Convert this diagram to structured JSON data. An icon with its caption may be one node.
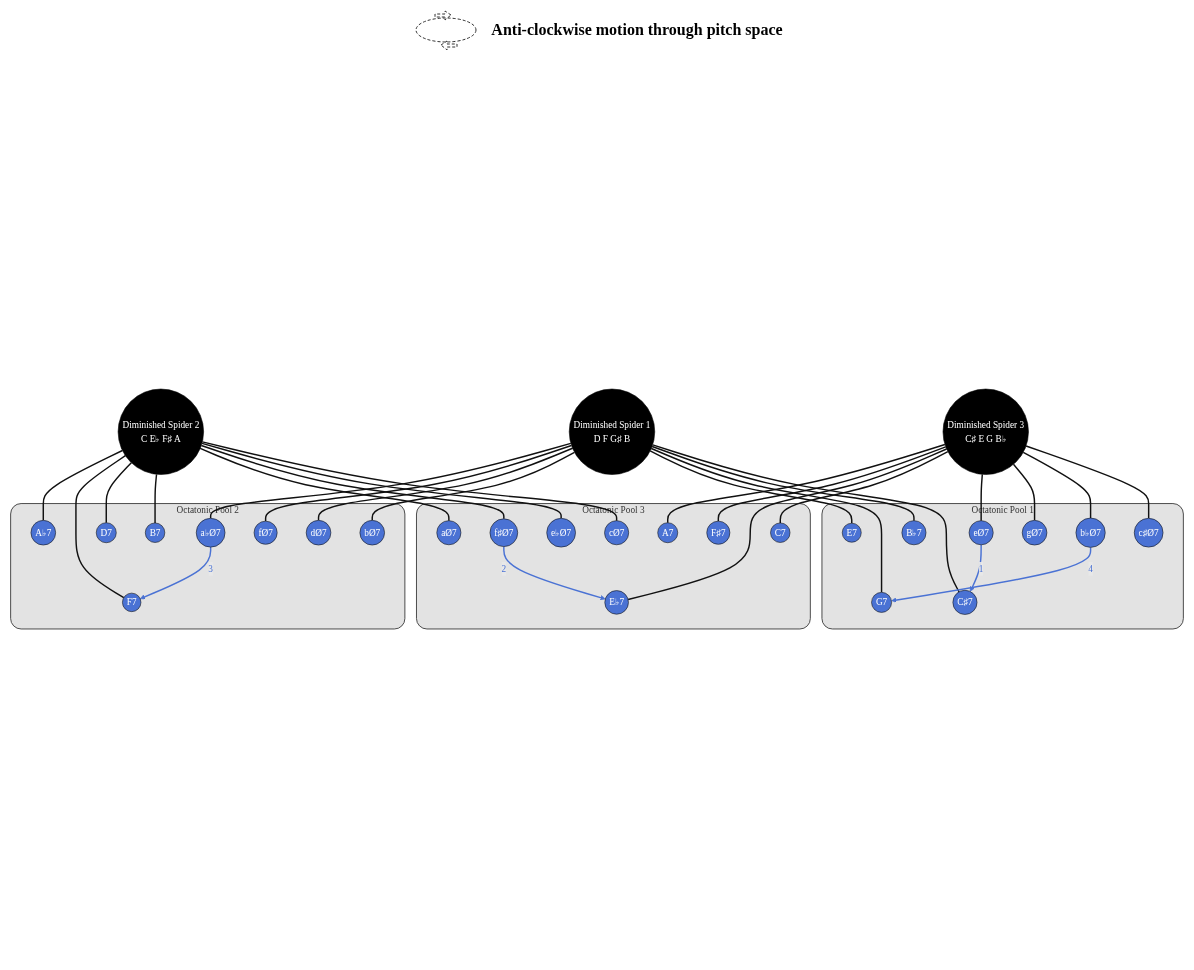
{
  "diagram": {
    "nodes": [
      {
        "text": [
          "Octatonic Pool 1"
        ]
      },
      {
        "text": [
          "c♯Ø7"
        ],
        "in": 0
      },
      {
        "text": [
          "C♯7"
        ],
        "in": 0
      },
      {
        "text": [
          "b♭Ø7"
        ],
        "in": 0
      },
      {
        "text": [
          "B♭7"
        ],
        "in": 0
      },
      {
        "text": [
          "gØ7"
        ],
        "in": 0
      },
      {
        "text": [
          "G7"
        ],
        "in": 0
      },
      {
        "text": [
          "eØ7"
        ],
        "in": 0
      },
      {
        "text": [
          "E7"
        ],
        "in": 0
      },
      {
        "text": [
          "Diminished Spider 3",
          "C♯ E G B♭"
        ]
      },
      {
        "text": [
          "Diminished Spider 1",
          "D F G♯ B"
        ]
      },
      {
        "text": [
          "Octatonic Pool 3"
        ]
      },
      {
        "text": [
          "C7"
        ],
        "in": 11
      },
      {
        "text": [
          "E♭7"
        ],
        "in": 11
      },
      {
        "text": [
          "F♯7"
        ],
        "in": 11
      },
      {
        "text": [
          "A7"
        ],
        "in": 11
      },
      {
        "text": [
          "cØ7"
        ],
        "in": 11
      },
      {
        "text": [
          "e♭Ø7"
        ],
        "in": 11
      },
      {
        "text": [
          "f♯Ø7"
        ],
        "in": 11
      },
      {
        "text": [
          "aØ7"
        ],
        "in": 11
      },
      {
        "text": [
          "Octatonic Pool 2"
        ]
      },
      {
        "text": [
          "bØ7"
        ],
        "in": 20
      },
      {
        "text": [
          "dØ7"
        ],
        "in": 20
      },
      {
        "text": [
          "fØ7"
        ],
        "in": 20
      },
      {
        "text": [
          "a♭Ø7"
        ],
        "in": 20
      },
      {
        "text": [
          "B7"
        ],
        "in": 20
      },
      {
        "text": [
          "D7"
        ],
        "in": 20
      },
      {
        "text": [
          "F7"
        ],
        "in": 20
      },
      {
        "text": [
          "A♭7"
        ],
        "in": 20
      },
      {
        "text": [
          "Diminished Spider 2",
          "C E♭ F♯ A"
        ]
      }
    ],
    "edges": [
      {
        "from": 9,
        "to": 1,
        "arrow": "none"
      },
      {
        "from": 9,
        "to": 3,
        "arrow": "none"
      },
      {
        "from": 9,
        "to": 5,
        "arrow": "none"
      },
      {
        "from": 9,
        "to": 7,
        "arrow": "none"
      },
      {
        "from": 9,
        "to": 12,
        "arrow": "none"
      },
      {
        "from": 9,
        "to": 13,
        "arrow": "none"
      },
      {
        "from": 9,
        "to": 14,
        "arrow": "none"
      },
      {
        "from": 9,
        "to": 15,
        "arrow": "none"
      },
      {
        "from": 10,
        "to": 2,
        "arrow": "none"
      },
      {
        "from": 10,
        "to": 4,
        "arrow": "none"
      },
      {
        "from": 10,
        "to": 6,
        "arrow": "none"
      },
      {
        "from": 10,
        "to": 8,
        "arrow": "none"
      },
      {
        "from": 10,
        "to": 21,
        "arrow": "none"
      },
      {
        "from": 10,
        "to": 22,
        "arrow": "none"
      },
      {
        "from": 10,
        "to": 23,
        "arrow": "none"
      },
      {
        "from": 10,
        "to": 24,
        "arrow": "none"
      },
      {
        "from": 29,
        "to": 16,
        "arrow": "none"
      },
      {
        "from": 29,
        "to": 17,
        "arrow": "none"
      },
      {
        "from": 29,
        "to": 18,
        "arrow": "none"
      },
      {
        "from": 29,
        "to": 19,
        "arrow": "none"
      },
      {
        "from": 29,
        "to": 25,
        "arrow": "none"
      },
      {
        "from": 29,
        "to": 26,
        "arrow": "none"
      },
      {
        "from": 29,
        "to": 27,
        "arrow": "none"
      },
      {
        "from": 29,
        "to": 28,
        "arrow": "none"
      },
      {
        "from": 7,
        "to": 2,
        "arrow": "to",
        "label": "1",
        "color": "#4a72d4"
      },
      {
        "from": 3,
        "to": 6,
        "arrow": "to",
        "label": "4",
        "color": "#4a72d4"
      },
      {
        "from": 18,
        "to": 13,
        "arrow": "to",
        "label": "2",
        "color": "#4a72d4"
      },
      {
        "from": 24,
        "to": 27,
        "arrow": "to",
        "label": "3",
        "color": "#4a72d4"
      }
    ],
    "labels": [
      "Anti-clockwise motion through pitch space"
    ]
  }
}
